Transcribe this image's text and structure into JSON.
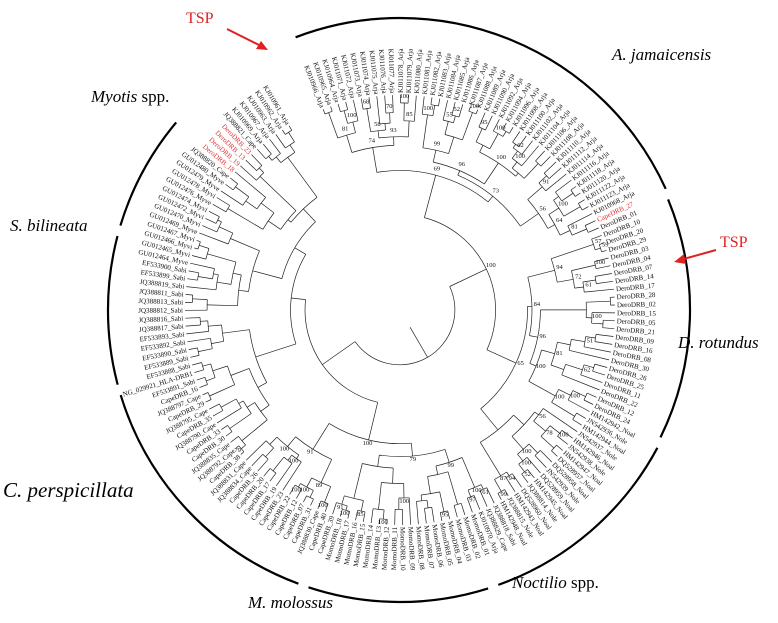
{
  "clades": [
    {
      "name": "A. jamaicensis",
      "italic_part": "A. jamaicensis",
      "plain_part": ""
    },
    {
      "name": "Myotis spp.",
      "italic_part": "Myotis",
      "plain_part": " spp."
    },
    {
      "name": "S. bilineata",
      "italic_part": "S. bilineata",
      "plain_part": ""
    },
    {
      "name": "D. rotundus",
      "italic_part": "D. rotundus",
      "plain_part": ""
    },
    {
      "name": "C. perspicillata",
      "italic_part": "C. perspicillata",
      "plain_part": ""
    },
    {
      "name": "M. molossus",
      "italic_part": "M. molossus",
      "plain_part": ""
    },
    {
      "name": "Noctilio spp.",
      "italic_part": "Noctilio",
      "plain_part": " spp."
    }
  ],
  "tsp_markers": [
    {
      "label": "TSP"
    },
    {
      "label": "TSP"
    }
  ],
  "leaves": [
    "KJ010966_Arja",
    "KJ010965_Arja",
    "KJ010964_Arja",
    "KJ011071_Arja",
    "KJ011072_Arja",
    "KJ011073_Arja",
    "KJ011074_Arja",
    "KJ011075_Arja",
    "KJ011076_Arja",
    "KJ011077_Arja",
    "KJ011078_Arja",
    "KJ011079_Arja",
    "KJ011080_Arja",
    "KJ011081_Arja",
    "KJ011082_Arja",
    "KJ011083_Arja",
    "KJ011084_Arja",
    "KJ011085_Arja",
    "KJ011086_Arja",
    "KJ011087_Arja",
    "KJ011088_Arja",
    "KJ011089_Arja",
    "KJ011090_Arja",
    "KJ011092_Arja",
    "KJ011094_Arja",
    "KJ011096_Arja",
    "KJ011098_Arja",
    "KJ011100_Arja",
    "KJ011102_Arja",
    "KJ011104_Arja",
    "KJ011106_Arja",
    "KJ011108_Arja",
    "KJ011110_Arja",
    "KJ011112_Arja",
    "KJ011114_Arja",
    "KJ011116_Arja",
    "KJ011118_Arja",
    "KJ011120_Arja",
    "KJ011122_Arja",
    "KJ011123_Arja",
    "KJ010968_Arja",
    "CapeDRB_27",
    "DeroDRB_01",
    "DeroDRB_10",
    "DeroDRB_20",
    "DeroDRB_29",
    "DeroDRB_03",
    "DeroDRB_04",
    "DeroDRB_07",
    "DeroDRB_14",
    "DeroDRB_17",
    "DeroDRB_28",
    "DeroDRB_02",
    "DeroDRB_15",
    "DeroDRB_05",
    "DeroDRB_21",
    "DeroDRB_09",
    "DeroDRB_16",
    "DeroDRB_08",
    "DeroDRB_30",
    "DeroDRB_26",
    "DeroDRB_25",
    "DeroDRB_11",
    "DeroDRB_22",
    "DeroDRB_12",
    "DeroDRB_24",
    "HM142942_Noal",
    "JN542936_Nole",
    "HM142944_Noal",
    "JN542937_Nole",
    "HM142946_Noal",
    "JN542938_Nole",
    "HM142947_Noal",
    "DQ528957_Noal",
    "DQ528958_Noal",
    "JN542939_Nole",
    "DQ528959_Noal",
    "HM142945_Noal",
    "JQ388814_Nole",
    "DQ528960_Noal",
    "HM142943_Noal",
    "JQ388815_Nole",
    "HM142948_Noal",
    "JQ388818_Sabi",
    "JQ388829_Cape",
    "KJ010970_Arja",
    "MomoDRB_01",
    "MomoDRB_02",
    "MomoDRB_03",
    "MomoDRB_04",
    "MomoDRB_05",
    "MomoDRB_06",
    "MomoDRB_07",
    "MomoDRB_08",
    "MomoDRB_09",
    "MomoDRB_10",
    "MomoDRB_11",
    "MomoDRB_12",
    "MomoDRB_13",
    "MomoDRB_14",
    "MomoDRB_15",
    "MomoDRB_16",
    "MomoDRB_17",
    "MomoDRB_18",
    "CapeDRB_39",
    "CapeDRB_40",
    "JQ388830_Cape",
    "CapeDRB_31",
    "CapeDRB_07",
    "CapeDRB_12",
    "CapeDRB_22",
    "CapeDRB_23",
    "CapeDRB_19",
    "CapeDRB_17",
    "CapeDRB_20",
    "CapeDRB_26",
    "JQ388834_Cape",
    "JQ388831_Cape",
    "CapeDRB_38",
    "JQ388792_Cape",
    "JQ388835_Cape",
    "CapeDRB_30",
    "CapeDRB_33",
    "JQ388790_Cape",
    "CapeDRB_35",
    "JQ388795_Cape",
    "CapeDRB_29",
    "JQ388797_Cape",
    "CapeDRB_16",
    "EF533891_Sabi",
    "NG_029921_HLA-DRB1",
    "EF533888_Sabi",
    "EF533889_Sabi",
    "EF533890_Sabi",
    "EF533892_Sabi",
    "EF533893_Sabi",
    "JQ388817_Sabi",
    "JQ388816_Sabi",
    "JQ388812_Sabi",
    "JQ388813_Sabi",
    "JQ388811_Sabi",
    "JQ388819_Sabi",
    "EF533899_Sabi",
    "EF533900_Sabi",
    "GU012464_Myve",
    "GU012465_Myvi",
    "GU012466_Myvi",
    "GU012467_Myvi",
    "GU012469_Myve",
    "GU012470_Myvi",
    "GU012472_Myvi",
    "GU012474_Myvi",
    "GU012476_Myve",
    "GU012478_Myvi",
    "GU012479_Myve",
    "GU012480_Myve",
    "JQ388820_Cape",
    "DeroDRB_18",
    "DeroDRB_19",
    "DeroDRB_13",
    "DeroDRB_23",
    "JQ388821_Cape",
    "KJ010969_Arja",
    "KJ010967_Arja",
    "KJ010963_Arja",
    "KJ010962_Arja",
    "KJ010961_Arja"
  ],
  "red_leaves": [
    "CapeDRB_27",
    "DeroDRB_18",
    "DeroDRB_19",
    "DeroDRB_13",
    "DeroDRB_23"
  ],
  "bootstrap_values": [
    "100",
    "81",
    "68",
    "70",
    "58",
    "100",
    "85",
    "93",
    "74",
    "100",
    "52",
    "55",
    "100",
    "99",
    "95",
    "100",
    "62",
    "100",
    "100",
    "96",
    "91",
    "100",
    "81",
    "64",
    "56",
    "73",
    "69",
    "59",
    "57",
    "100",
    "61",
    "72",
    "94",
    "100",
    "51",
    "62",
    "81",
    "100",
    "100",
    "100",
    "96",
    "84",
    "100",
    "78",
    "56",
    "52",
    "100",
    "100",
    "94",
    "99",
    "87",
    "65",
    "100",
    "61",
    "97",
    "100",
    "95",
    "99",
    "100",
    "100",
    "85",
    "100",
    "91",
    "79",
    "100",
    "100",
    "100",
    "89",
    "100",
    "100",
    "91",
    "100",
    "79"
  ]
}
